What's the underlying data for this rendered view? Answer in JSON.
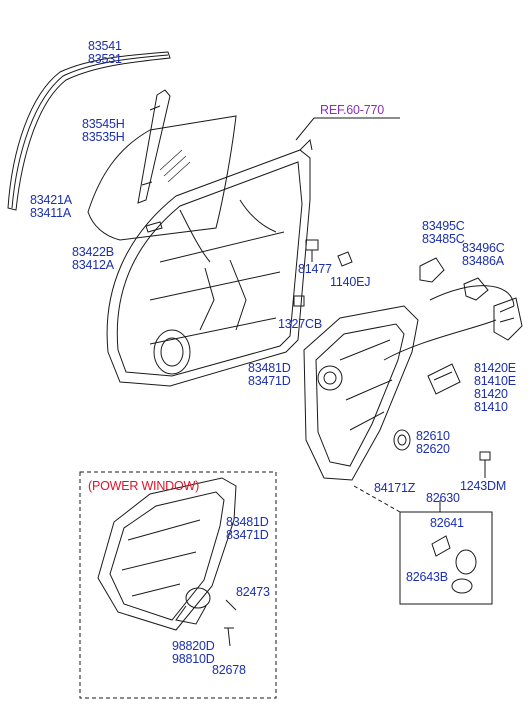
{
  "labels": {
    "glass_run": [
      "83541",
      "83531"
    ],
    "channel": [
      "83545H",
      "83535H"
    ],
    "glass": [
      "83421A",
      "83411A"
    ],
    "glass_clip": [
      "83422B",
      "83412A"
    ],
    "ref": "REF.60-770",
    "handle_ext": [
      "83495C",
      "83485C"
    ],
    "handle_base": [
      "83496C",
      "83486A"
    ],
    "part_81477": "81477",
    "part_1140EJ": "1140EJ",
    "part_1327CB": "1327CB",
    "regulator_top": [
      "83481D",
      "83471D"
    ],
    "latch": [
      "81420E",
      "81410E",
      "81420",
      "81410"
    ],
    "part_82610": [
      "82610",
      "82620"
    ],
    "part_84171Z": "84171Z",
    "part_1243DM": "1243DM",
    "part_82630": "82630",
    "part_82641": "82641",
    "part_82643B": "82643B",
    "power_window": "(POWER WINDOW)",
    "regulator_power": [
      "83481D",
      "83471D"
    ],
    "part_82473": "82473",
    "motor": [
      "98820D",
      "98810D"
    ],
    "part_82678": "82678"
  },
  "colors": {
    "label": "#1b2fb0",
    "ref": "#8a2fc0",
    "power": "#e0142a",
    "line": "#1a1a1a"
  }
}
